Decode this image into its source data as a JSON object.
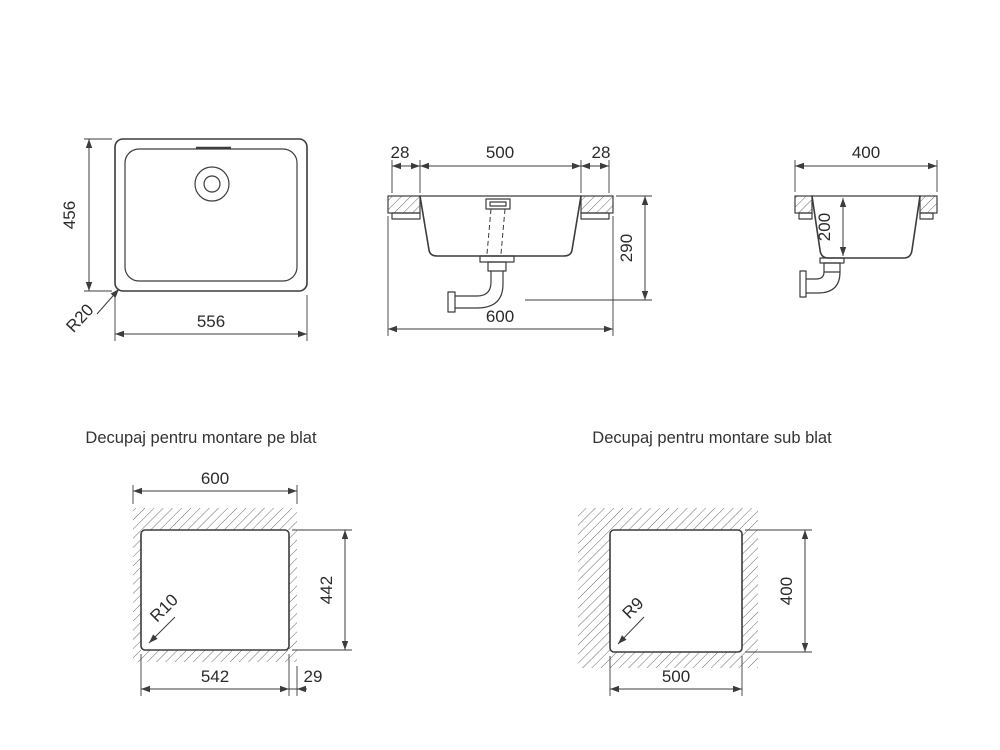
{
  "page": {
    "background": "#ffffff",
    "line_color": "#3c3c3c",
    "text_color": "#2b2b2b"
  },
  "titles": {
    "top_mount": "Decupaj pentru montare pe blat",
    "under_mount": "Decupaj pentru montare sub blat"
  },
  "plan_view": {
    "height": "456",
    "width": "556",
    "corner_radius": "R20"
  },
  "front_section": {
    "left_rim": "28",
    "bowl_width": "500",
    "right_rim": "28",
    "total_depth": "290",
    "overall_width": "600"
  },
  "side_section": {
    "overall_depth": "400",
    "bowl_depth": "200"
  },
  "top_mount_cutout": {
    "overall_width": "600",
    "cutout_height": "442",
    "corner_radius": "R10",
    "cutout_width": "542",
    "edge_offset": "29"
  },
  "under_mount_cutout": {
    "cutout_height": "400",
    "corner_radius": "R9",
    "cutout_width": "500"
  }
}
